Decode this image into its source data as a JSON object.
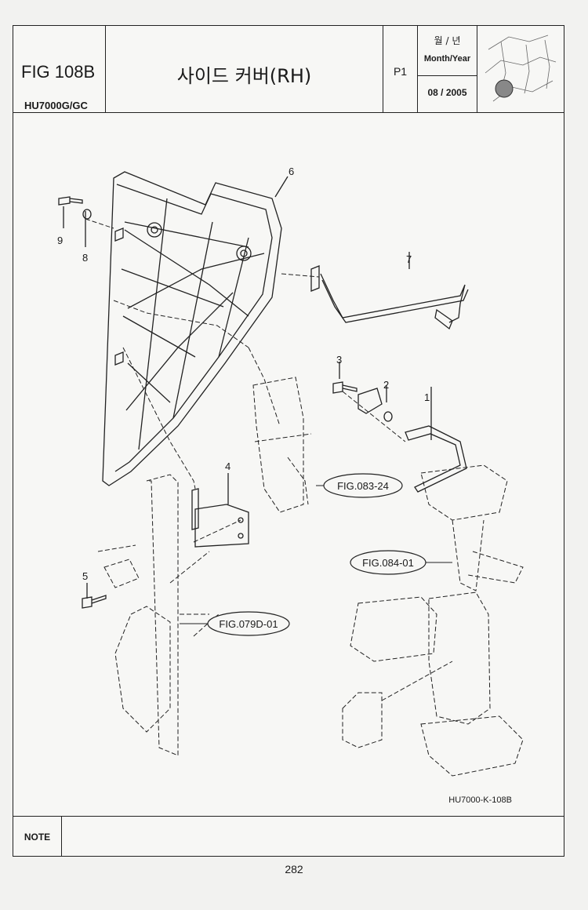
{
  "header": {
    "fig_no": "FIG 108B",
    "model": "HU7000G/GC",
    "title": "사이드 커버(RH)",
    "page": "P1",
    "date_label_kr": "월 / 년",
    "date_label_en": "Month/Year",
    "date_value": "08 / 2005"
  },
  "callouts": {
    "p1": "1",
    "p2": "2",
    "p3": "3",
    "p4": "4",
    "p5": "5",
    "p6": "6",
    "p7": "7",
    "p8": "8",
    "p9": "9"
  },
  "references": {
    "fig083": "FIG.083-24",
    "fig084": "FIG.084-01",
    "fig079d": "FIG.079D-01"
  },
  "drawing_code": "HU7000-K-108B",
  "note_label": "NOTE",
  "page_number": "282"
}
